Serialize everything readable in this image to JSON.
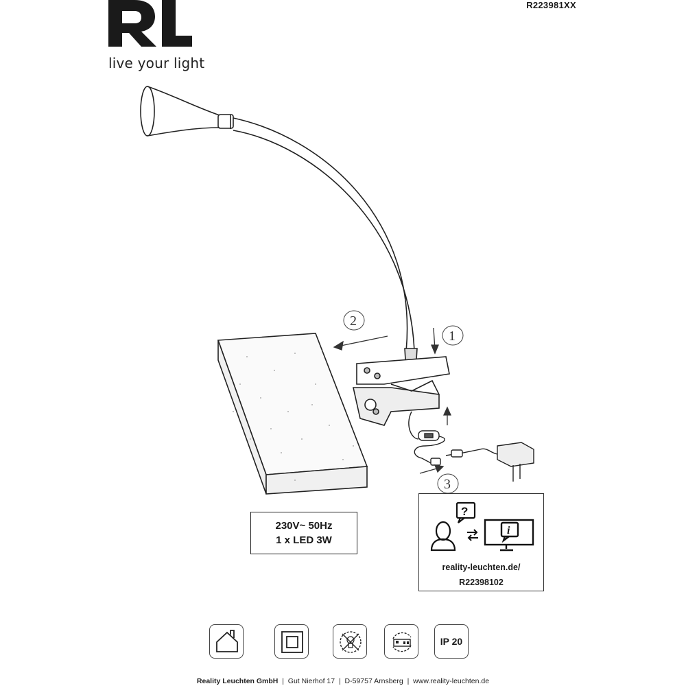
{
  "header": {
    "logo_text": "RL",
    "tagline": "live your light",
    "product_code": "R223981XX"
  },
  "steps": {
    "one": "1",
    "two": "2",
    "three": "3"
  },
  "spec": {
    "line1": "230V~ 50Hz",
    "line2": "1 x LED 3W"
  },
  "info": {
    "url": "reality-leuchten.de/",
    "code": "R22398102",
    "icons": [
      "person-question-icon",
      "exchange-arrows-icon",
      "monitor-info-icon"
    ]
  },
  "symbols": {
    "icons": [
      "indoor-use-icon",
      "protection-class-ii-icon",
      "led-not-replaceable-icon",
      "driver-not-replaceable-icon"
    ],
    "ip_rating": "IP 20"
  },
  "footer": {
    "company": "Reality Leuchten GmbH",
    "sep": "|",
    "address": "Gut Nierhof 17",
    "city": "D-59757 Arnsberg",
    "website": "www.reality-leuchten.de"
  }
}
